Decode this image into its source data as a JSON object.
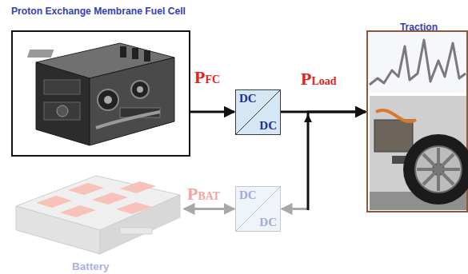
{
  "diagram": {
    "nodes": [
      {
        "text": [
          "Proton Exchange Membrane Fuel Cell"
        ]
      },
      {
        "text": [
          "DC",
          "DC"
        ]
      },
      {
        "text": [
          "Traction"
        ]
      },
      {
        "text": [
          "Battery"
        ]
      },
      {
        "text": [
          "DC",
          "DC"
        ]
      }
    ],
    "edges": [
      {
        "from": 0,
        "to": 1,
        "arrow": "to",
        "label": "PFC"
      },
      {
        "from": 1,
        "to": 2,
        "arrow": "to",
        "label": "PLoad"
      },
      {
        "from": 3,
        "to": 4,
        "arrow": "both",
        "label": "PBAT"
      },
      {
        "from": 4,
        "to": 2,
        "arrow": "both"
      }
    ]
  }
}
